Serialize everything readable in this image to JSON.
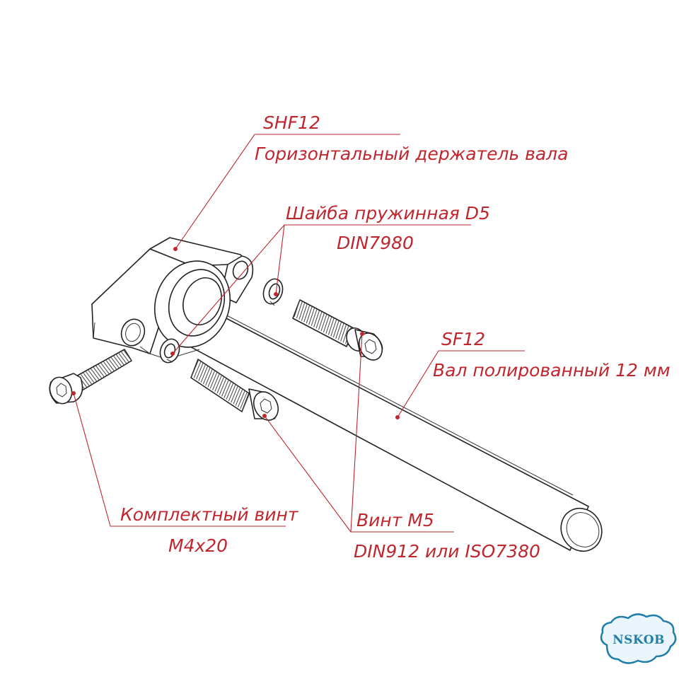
{
  "labels": {
    "holder_code": "SHF12",
    "holder_name": "Горизонтальный держатель вала",
    "washer_name": "Шайба пружинная D5",
    "washer_std": "DIN7980",
    "shaft_code": "SF12",
    "shaft_name": "Вал полированный 12 мм",
    "screw_kit_name": "Комплектный винт",
    "screw_kit_size": "M4x20",
    "screw_m5_name": "Винт M5",
    "screw_m5_std": "DIN912 или ISO7380"
  },
  "logo": {
    "text": "NSKOB",
    "color": "#1f7fa8"
  },
  "colors": {
    "annotation": "#c0262e",
    "line": "#222222"
  }
}
